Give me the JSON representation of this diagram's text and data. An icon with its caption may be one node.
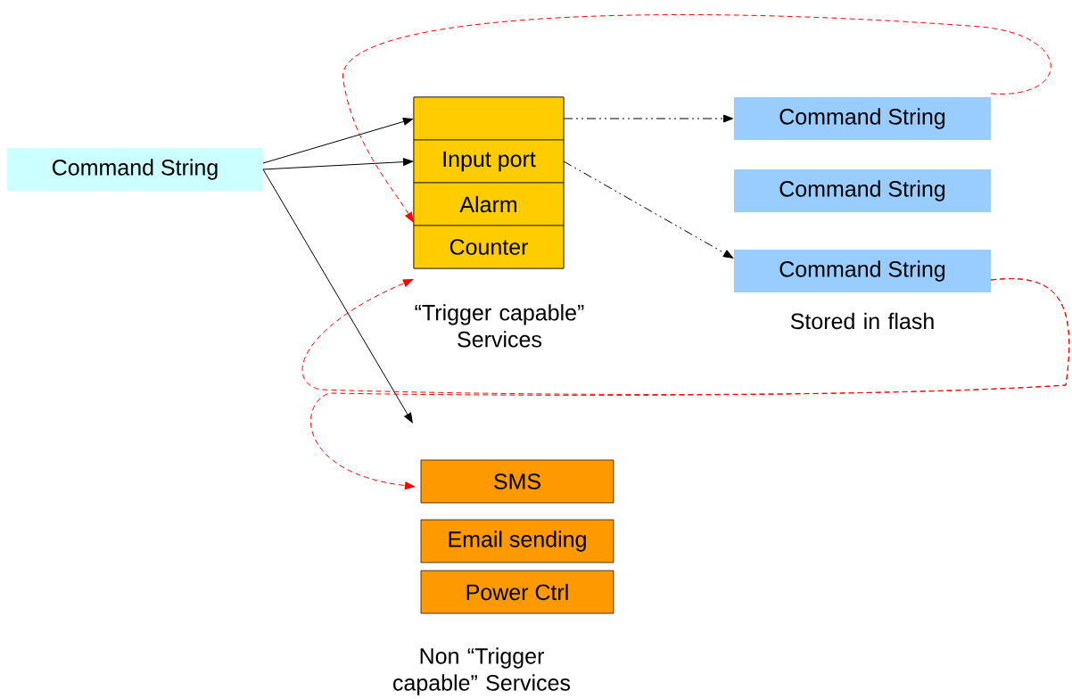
{
  "diagram": {
    "nodes": [
      {
        "text": [
          "Command String"
        ]
      },
      {
        "text": [
          "“Trigger capable” Services"
        ]
      },
      {
        "text": [],
        "shape": "box",
        "in": 1
      },
      {
        "text": [
          "Input port"
        ],
        "in": 1
      },
      {
        "text": [
          "Alarm"
        ],
        "in": 1
      },
      {
        "text": [
          "Counter"
        ],
        "in": 1
      },
      {
        "text": [
          "Command String"
        ]
      },
      {
        "text": [
          "Command String"
        ]
      },
      {
        "text": [
          "Command String"
        ]
      },
      {
        "text": [
          "SMS"
        ]
      },
      {
        "text": [
          "Email sending"
        ]
      },
      {
        "text": [
          "Power Ctrl"
        ]
      }
    ],
    "edges": [
      {
        "from": 0,
        "to": 2,
        "arrow": "to"
      },
      {
        "from": 0,
        "to": 3,
        "arrow": "to"
      },
      {
        "from": 0,
        "to": null,
        "arrow": "to"
      },
      {
        "from": 2,
        "to": 6,
        "arrow": "to",
        "style": "dashed"
      },
      {
        "from": 3,
        "to": 8,
        "arrow": "to",
        "style": "dashed"
      },
      {
        "from": 6,
        "to": 4,
        "arrow": "to",
        "style": "dashed",
        "color": "#ff0000"
      },
      {
        "from": 8,
        "to": 5,
        "arrow": "to",
        "style": "dashed",
        "color": "#ff0000"
      },
      {
        "from": 8,
        "to": 9,
        "arrow": "to",
        "style": "dashed",
        "color": "#ff0000"
      }
    ],
    "labels": [
      "Stored in flash",
      "Non “Trigger capable” Services"
    ]
  }
}
